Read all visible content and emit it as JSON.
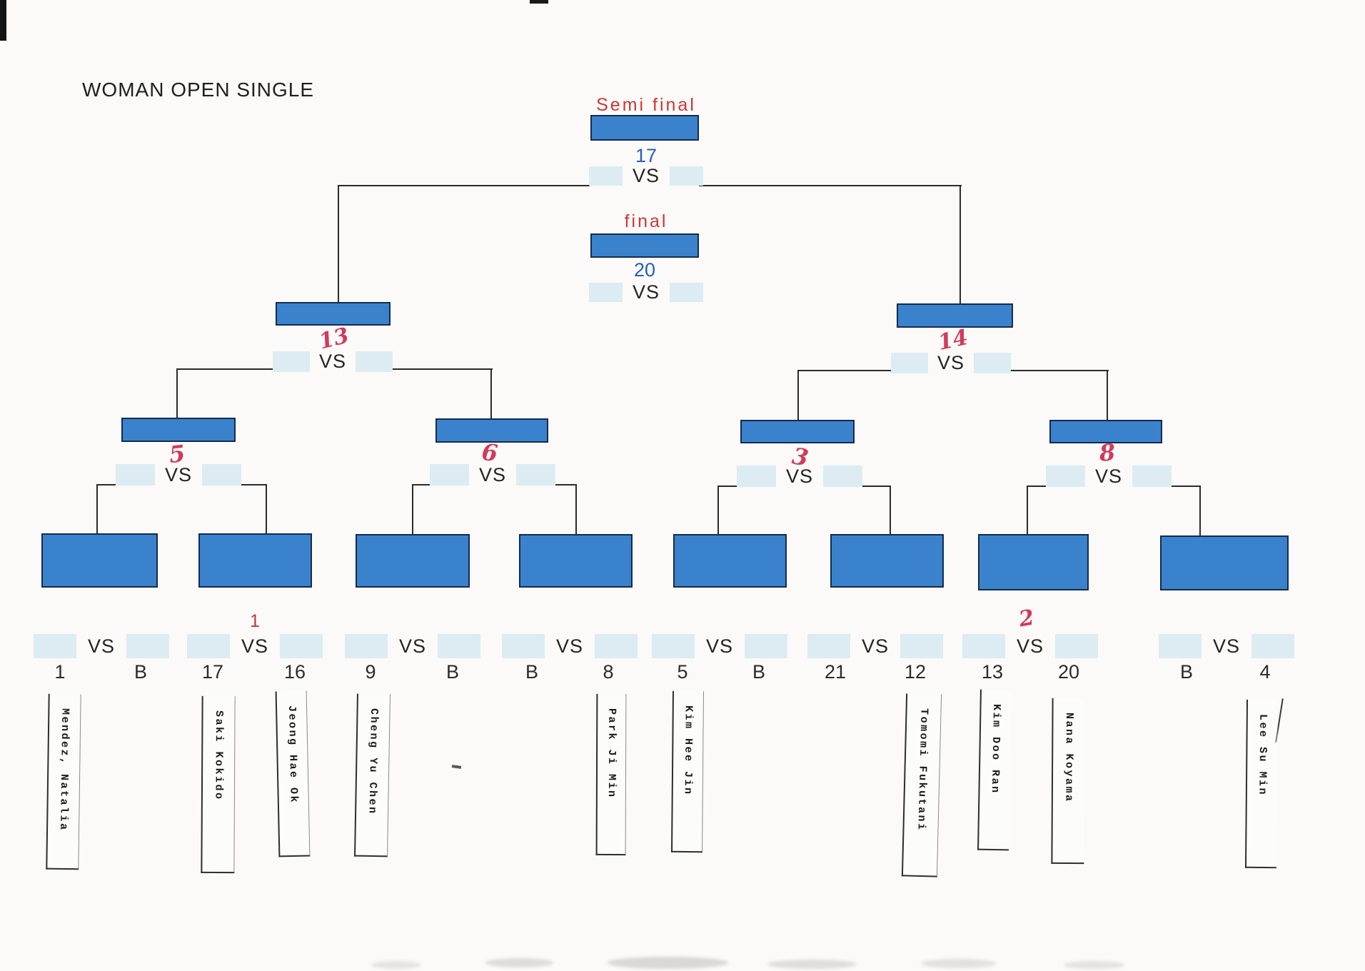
{
  "title": "WOMAN OPEN SINGLE",
  "labels": {
    "semi_final": "Semi final",
    "final": "final",
    "vs": "VS"
  },
  "center": {
    "semi_final_match_no": "17",
    "final_match_no": "20"
  },
  "semifinals": [
    {
      "match_no": "13"
    },
    {
      "match_no": "14"
    }
  ],
  "quarterfinals": [
    {
      "match_no": "5"
    },
    {
      "match_no": "6"
    },
    {
      "match_no": "3"
    },
    {
      "match_no": "8"
    }
  ],
  "first_round_pairs": [
    {
      "left_seed": "1",
      "right_seed": "B",
      "match_no": "",
      "left_name": "Mendez, Natalia",
      "right_name": ""
    },
    {
      "left_seed": "17",
      "right_seed": "16",
      "match_no": "1",
      "left_name": "Saki Kokido",
      "right_name": "Jeong Hae Ok"
    },
    {
      "left_seed": "9",
      "right_seed": "B",
      "match_no": "",
      "left_name": "Cheng Yu Chen",
      "right_name": ""
    },
    {
      "left_seed": "B",
      "right_seed": "8",
      "match_no": "",
      "left_name": "",
      "right_name": "Park Ji Min"
    },
    {
      "left_seed": "5",
      "right_seed": "B",
      "match_no": "",
      "left_name": "Kim Hee Jin",
      "right_name": ""
    },
    {
      "left_seed": "21",
      "right_seed": "12",
      "match_no": "",
      "left_name": "",
      "right_name": "Tomomi Fukutani"
    },
    {
      "left_seed": "13",
      "right_seed": "20",
      "match_no": "2",
      "left_name": "Kim Doo Ran",
      "right_name": "Nana Koyama"
    },
    {
      "left_seed": "B",
      "right_seed": "4",
      "match_no": "",
      "left_name": "",
      "right_name": "Lee Su Min"
    }
  ],
  "colors": {
    "box_fill": "#3b82cc",
    "box_border": "#152b4e",
    "printed_red": "#d03636",
    "handwritten_red": "#d23a5a",
    "seed_number_blue": "#2660b5",
    "bracket_line": "#2b2b2b",
    "vs_highlight": "#ddecf2"
  }
}
